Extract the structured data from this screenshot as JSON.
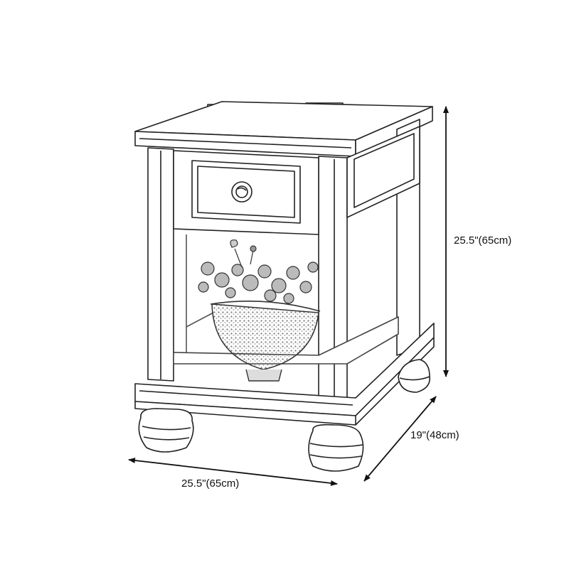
{
  "dimensions": {
    "height": "25.5\"(65cm)",
    "width": "25.5\"(65cm)",
    "depth": "19\"(48cm)"
  },
  "illustration": {
    "style": "pencil-sketch",
    "line_color": "#222222",
    "shade_color": "#9a9a9a",
    "background": "#ffffff"
  }
}
